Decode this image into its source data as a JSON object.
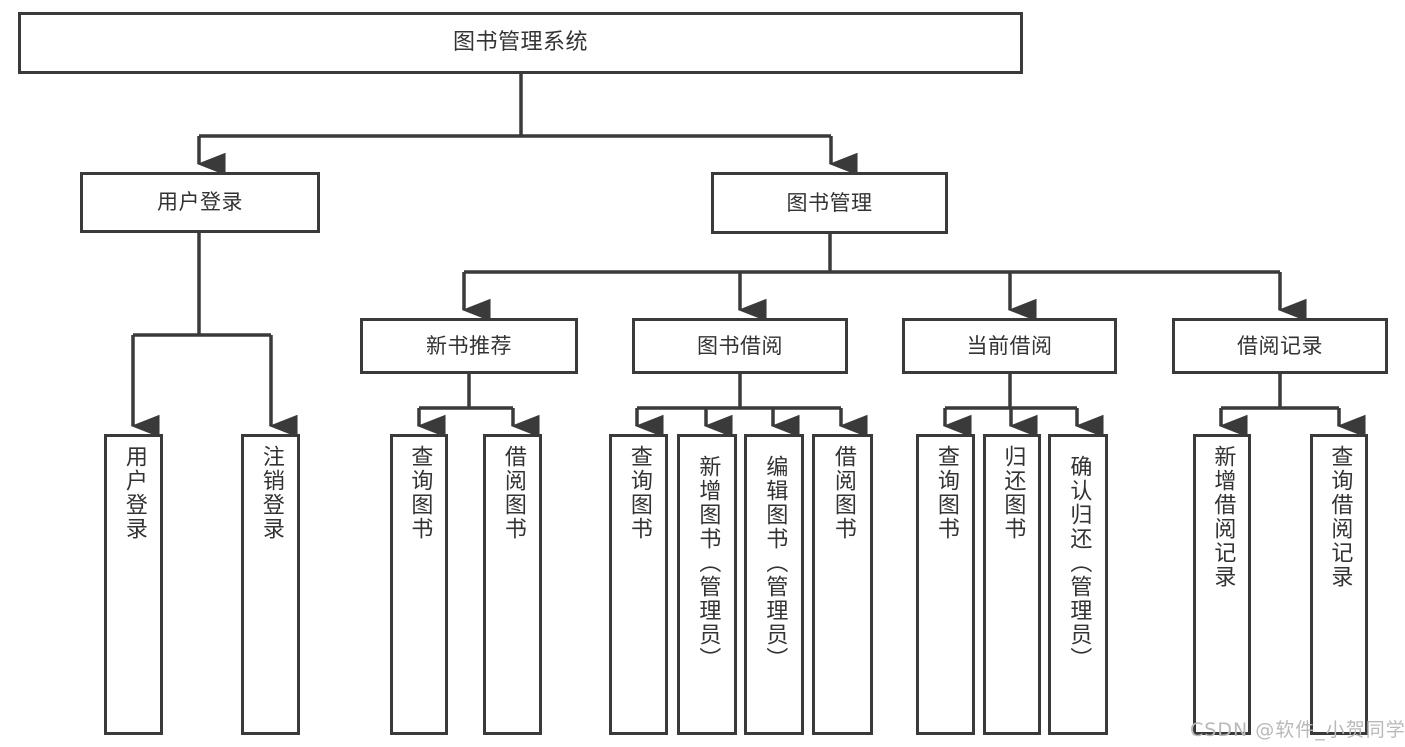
{
  "diagram": {
    "title": "图书管理系统",
    "root": {
      "label": "图书管理系统"
    },
    "level2": [
      {
        "label": "用户登录"
      },
      {
        "label": "图书管理"
      }
    ],
    "level3": [
      {
        "label": "新书推荐"
      },
      {
        "label": "图书借阅"
      },
      {
        "label": "当前借阅"
      },
      {
        "label": "借阅记录"
      }
    ],
    "leaves_user_login": [
      {
        "label": "用户登录"
      },
      {
        "label": "注销登录"
      }
    ],
    "leaves_new_books": [
      {
        "label": "查询图书"
      },
      {
        "label": "借阅图书"
      }
    ],
    "leaves_borrow": [
      {
        "label": "查询图书"
      },
      {
        "label": "新增图书（管理员）"
      },
      {
        "label": "编辑图书（管理员）"
      },
      {
        "label": "借阅图书"
      }
    ],
    "leaves_current": [
      {
        "label": "查询图书"
      },
      {
        "label": "归还图书"
      },
      {
        "label": "确认归还（管理员）"
      }
    ],
    "leaves_records": [
      {
        "label": "新增借阅记录"
      },
      {
        "label": "查询借阅记录"
      }
    ]
  },
  "watermark": {
    "text": "CSDN @软件_小贺同学"
  },
  "colors": {
    "border": "#3a3a3a",
    "text": "#333333",
    "background": "#ffffff",
    "watermark": "#b9b9b9"
  }
}
